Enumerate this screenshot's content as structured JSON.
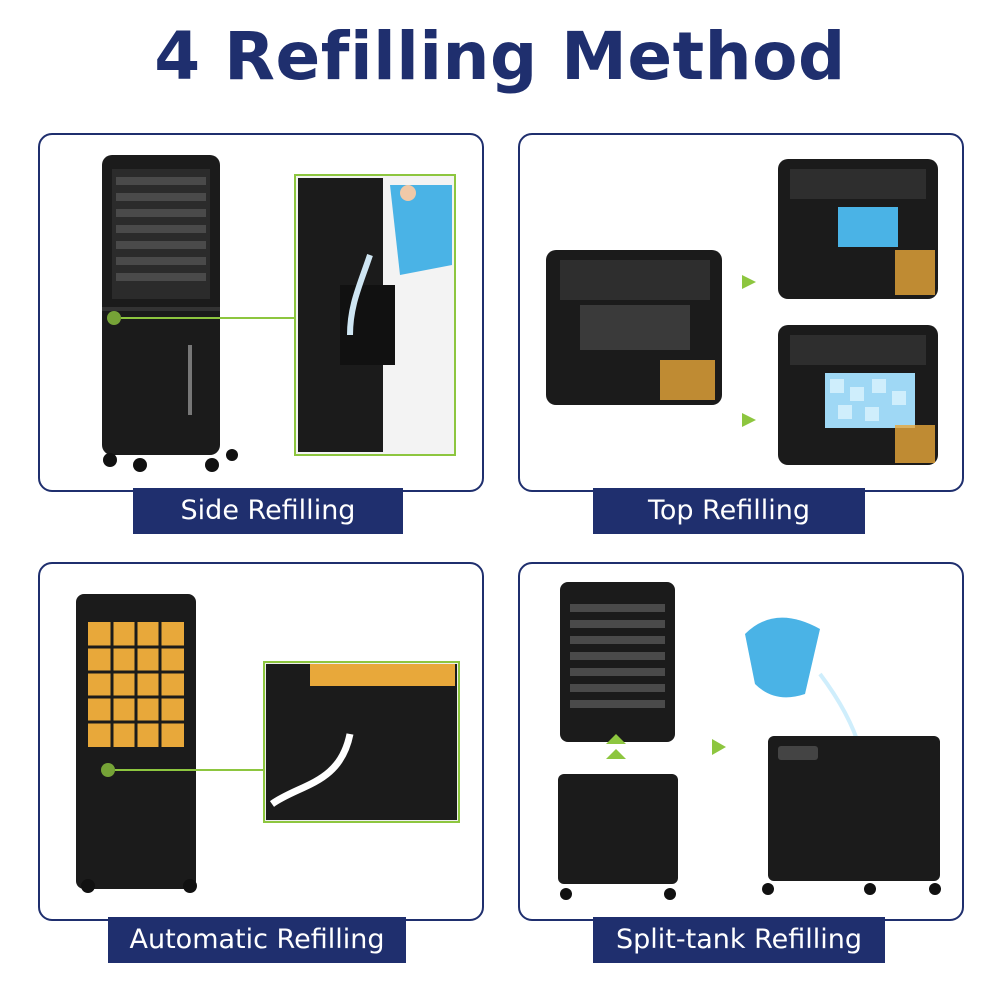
{
  "title": "4 Refilling Method",
  "panels": [
    {
      "label": "Side Refilling"
    },
    {
      "label": "Top Refilling"
    },
    {
      "label": "Automatic Refilling"
    },
    {
      "label": "Split-tank Refilling"
    }
  ],
  "colors": {
    "navy": "#1f2f6e",
    "green": "#8dc63f",
    "unit_black": "#1b1b1b",
    "water_blue": "#4ab3e6",
    "filter_yellow": "#e8a83a"
  }
}
